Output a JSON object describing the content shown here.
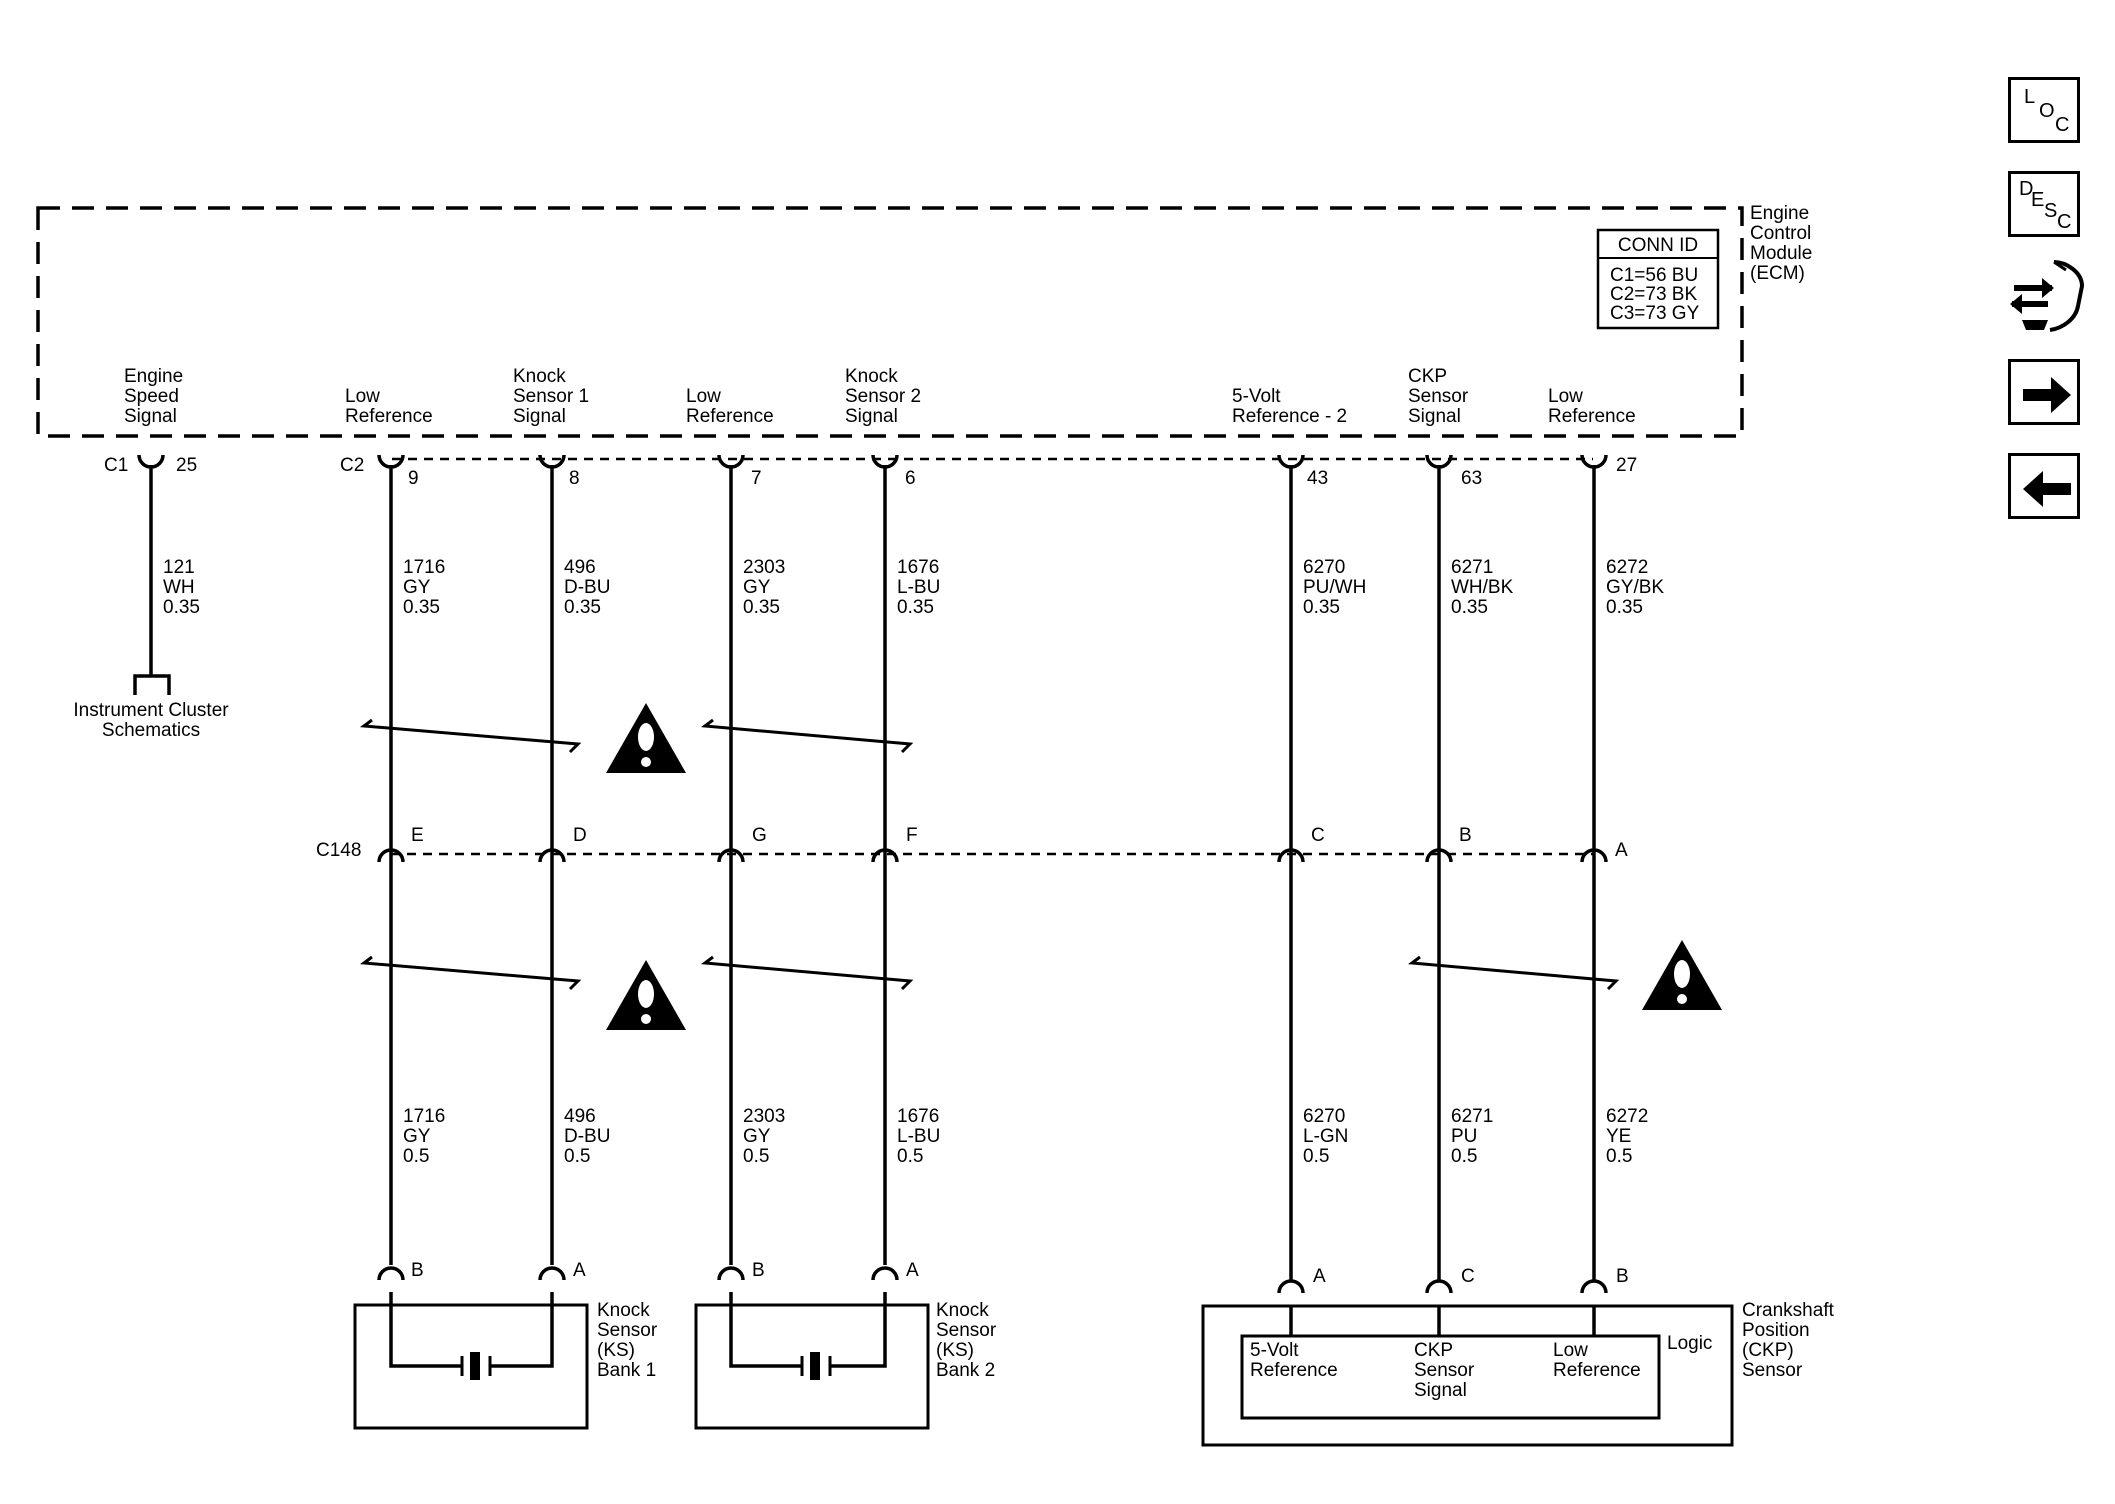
{
  "ecm": {
    "name_lines": [
      "Engine",
      "Control",
      "Module",
      "(ECM)"
    ],
    "conn_id": {
      "title": "CONN ID",
      "lines": [
        "C1=56 BU",
        "C2=73 BK",
        "C3=73 GY"
      ]
    },
    "pin_labels": [
      [
        "Engine",
        "Speed",
        "Signal"
      ],
      [
        "Low",
        "Reference"
      ],
      [
        "Knock",
        "Sensor 1",
        "Signal"
      ],
      [
        "Low",
        "Reference"
      ],
      [
        "Knock",
        "Sensor 2",
        "Signal"
      ],
      [
        "5-Volt",
        "Reference - 2"
      ],
      [
        "CKP",
        "Sensor",
        "Signal"
      ],
      [
        "Low",
        "Reference"
      ]
    ],
    "connectors": [
      "C1",
      "C2"
    ],
    "pins": [
      "25",
      "9",
      "8",
      "7",
      "6",
      "43",
      "63",
      "27"
    ]
  },
  "upper_wires": [
    [
      "121",
      "WH",
      "0.35"
    ],
    [
      "1716",
      "GY",
      "0.35"
    ],
    [
      "496",
      "D-BU",
      "0.35"
    ],
    [
      "2303",
      "GY",
      "0.35"
    ],
    [
      "1676",
      "L-BU",
      "0.35"
    ],
    [
      "6270",
      "PU/WH",
      "0.35"
    ],
    [
      "6271",
      "WH/BK",
      "0.35"
    ],
    [
      "6272",
      "GY/BK",
      "0.35"
    ]
  ],
  "instrument_cluster": [
    "Instrument Cluster",
    "Schematics"
  ],
  "c148": {
    "name": "C148",
    "pins": [
      "E",
      "D",
      "G",
      "F",
      "C",
      "B",
      "A"
    ]
  },
  "lower_wires": [
    [
      "1716",
      "GY",
      "0.5"
    ],
    [
      "496",
      "D-BU",
      "0.5"
    ],
    [
      "2303",
      "GY",
      "0.5"
    ],
    [
      "1676",
      "L-BU",
      "0.5"
    ],
    [
      "6270",
      "L-GN",
      "0.5"
    ],
    [
      "6271",
      "PU",
      "0.5"
    ],
    [
      "6272",
      "YE",
      "0.5"
    ]
  ],
  "sensor_pins": [
    "B",
    "A",
    "B",
    "A",
    "A",
    "C",
    "B"
  ],
  "ks1": [
    "Knock",
    "Sensor",
    "(KS)",
    "Bank 1"
  ],
  "ks2": [
    "Knock",
    "Sensor",
    "(KS)",
    "Bank 2"
  ],
  "ckp": {
    "name_lines": [
      "Crankshaft",
      "Position",
      "(CKP)",
      "Sensor"
    ],
    "logic": "Logic",
    "inner_labels": [
      [
        "5-Volt",
        "Reference"
      ],
      [
        "CKP",
        "Sensor",
        "Signal"
      ],
      [
        "Low",
        "Reference"
      ]
    ]
  },
  "nav": {
    "loc": [
      "L",
      "O",
      "C"
    ],
    "desc": [
      "D",
      "E",
      "S",
      "C"
    ],
    "icons": [
      "connector-end-view-icon",
      "forward-arrow-icon",
      "back-arrow-icon"
    ]
  }
}
